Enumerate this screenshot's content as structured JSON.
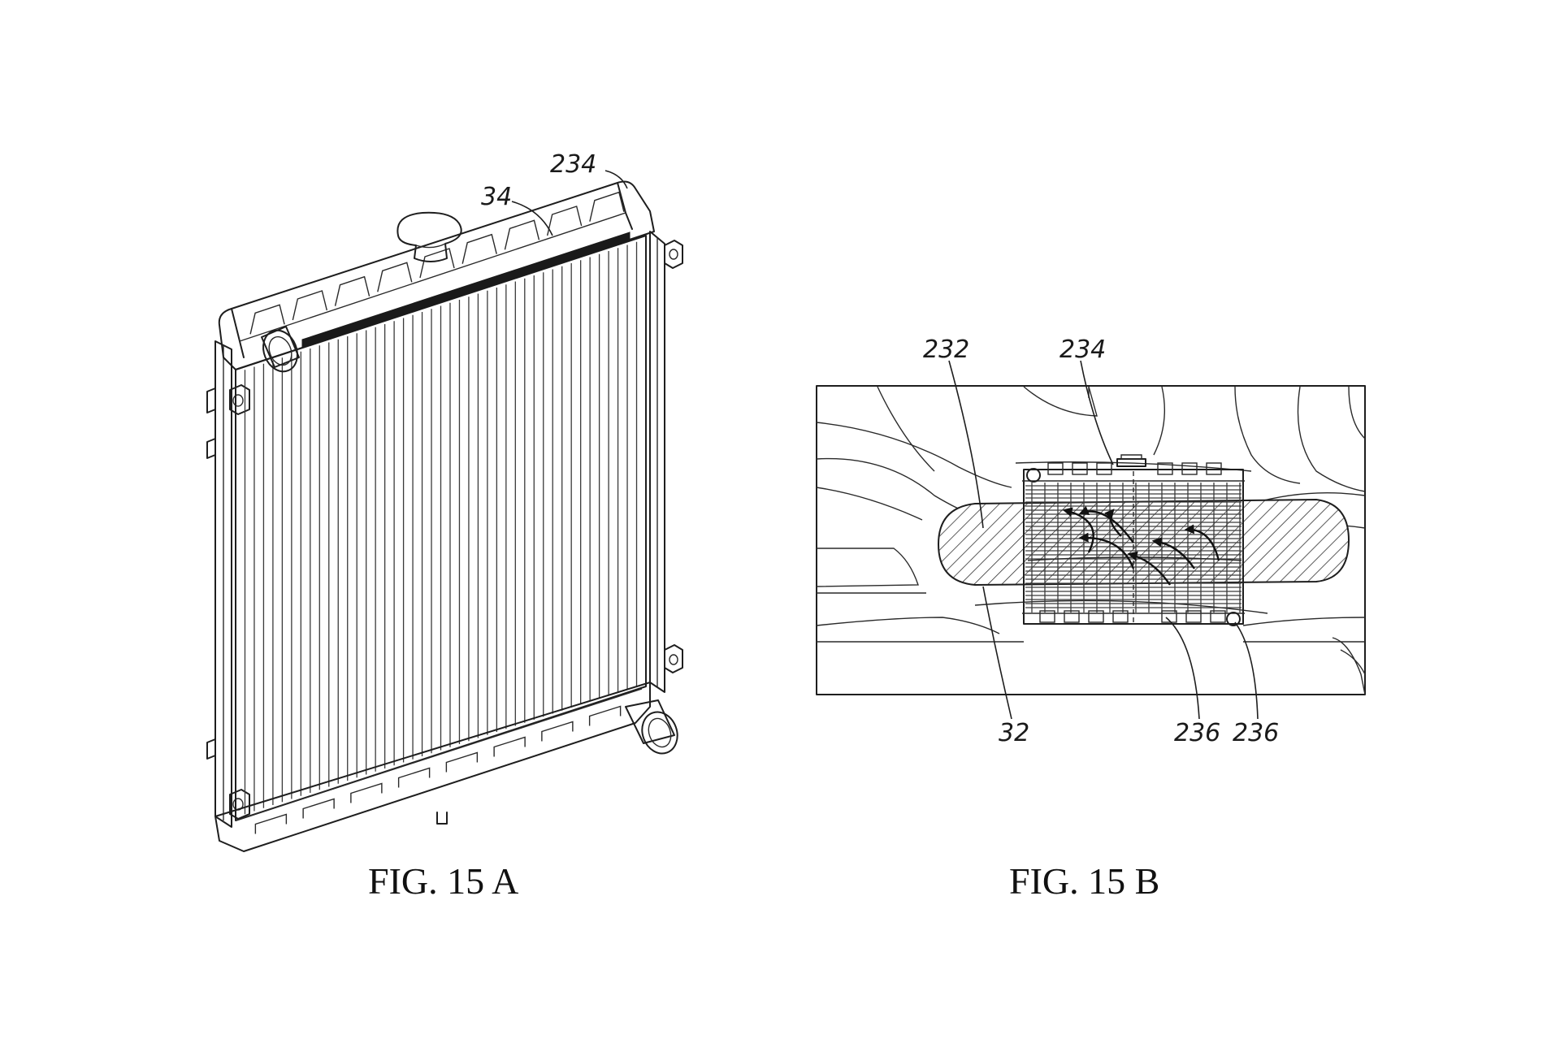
{
  "figure_a": {
    "caption": "FIG. 15 A",
    "labels": {
      "tank": "234",
      "strip": "34"
    }
  },
  "figure_b": {
    "caption": "FIG. 15 B",
    "labels": {
      "zone": "232",
      "tank": "234",
      "region": "32",
      "fitting_left": "236",
      "fitting_right": "236"
    }
  }
}
